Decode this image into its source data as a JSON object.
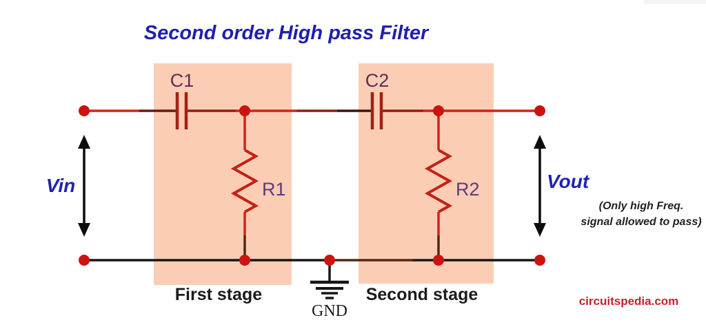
{
  "title": {
    "text": "Second order High pass Filter"
  },
  "labels": {
    "vin": "Vin",
    "vout": "Vout",
    "c1": "C1",
    "c2": "C2",
    "r1": "R1",
    "r2": "R2",
    "gnd": "GND",
    "first_stage": "First stage",
    "second_stage": "Second stage"
  },
  "note": {
    "line1": "(Only high Freq.",
    "line2": "signal allowed to pass)"
  },
  "watermark": "circuitspedia.com",
  "circuit": {
    "type": "second-order-high-pass-filter",
    "components": [
      {
        "ref": "C1",
        "type": "capacitor",
        "stage": "First stage",
        "connection": "series on signal line"
      },
      {
        "ref": "R1",
        "type": "resistor",
        "stage": "First stage",
        "connection": "shunt to ground"
      },
      {
        "ref": "C2",
        "type": "capacitor",
        "stage": "Second stage",
        "connection": "series on signal line"
      },
      {
        "ref": "R2",
        "type": "resistor",
        "stage": "Second stage",
        "connection": "shunt to ground"
      }
    ],
    "input": "Vin",
    "output": "Vout",
    "ground": "GND"
  },
  "colors": {
    "title_blue": "#1f1fae",
    "label_blue": "#2023b4",
    "wire_red": "#cf2318",
    "wire_dark": "#6e150f",
    "wire_mid": "#8e1d12",
    "wire_darkest": "#401008",
    "wire_black": "#161616",
    "wire_brown": "#54280f",
    "node_red": "#cc1310",
    "cap_plate": "#a32015",
    "resistor_red": "#c32114",
    "cap_label": "#5e2c55",
    "res_label": "#5d3a78",
    "stage_bg": "#fccdb5",
    "stage_label": "#1c1c1c",
    "note_color": "#222222",
    "brand_red": "#c9202c",
    "arrow_black": "#0d0d0d"
  }
}
